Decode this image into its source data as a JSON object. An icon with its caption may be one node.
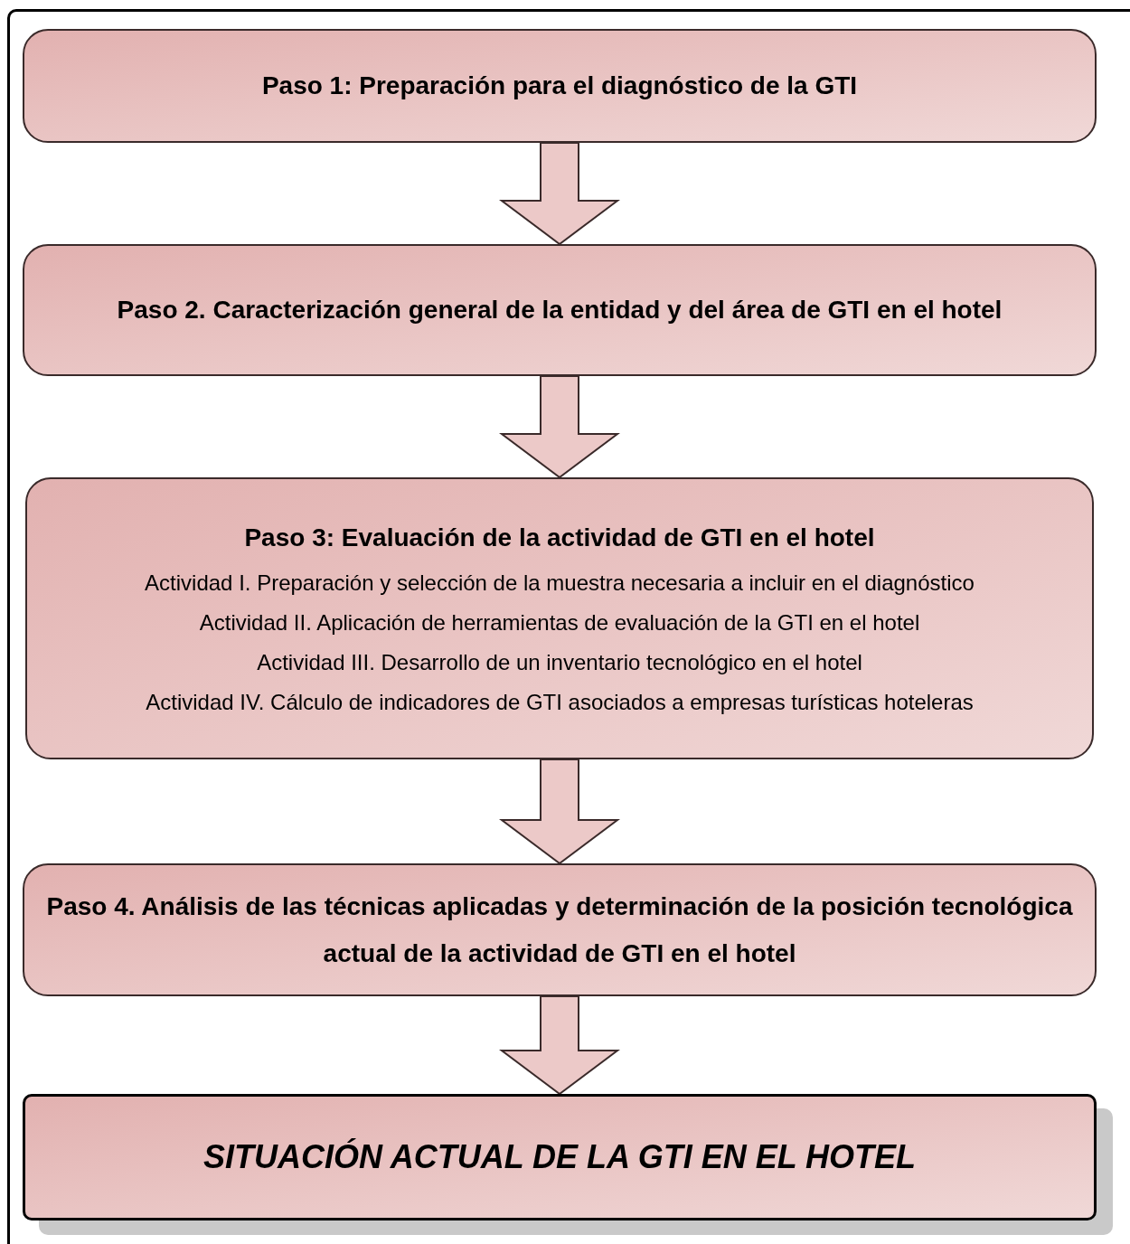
{
  "diagram": {
    "nodes": [
      {
        "text": [
          "Paso 1: Preparación para el diagnóstico de la GTI"
        ]
      },
      {
        "text": [
          "Paso 2. Caracterización general de la entidad y del área de GTI en el hotel"
        ]
      },
      {
        "text": [
          "Paso 3: Evaluación de la actividad de GTI en el hotel",
          "Actividad I. Preparación y selección de la muestra necesaria a incluir en el diagnóstico",
          "Actividad II. Aplicación de herramientas de evaluación de la GTI en el hotel",
          "Actividad III. Desarrollo de un inventario tecnológico en el hotel",
          "Actividad IV. Cálculo de indicadores de GTI asociados a empresas turísticas hoteleras"
        ]
      },
      {
        "text": [
          "Paso 4. Análisis de las técnicas aplicadas y determinación de la posición tecnológica actual de la actividad de GTI en el hotel"
        ]
      },
      {
        "text": [
          "SITUACIÓN ACTUAL DE LA GTI EN EL HOTEL"
        ]
      }
    ],
    "edges": [
      {
        "from": 0,
        "to": 1,
        "arrow": "to"
      },
      {
        "from": 1,
        "to": 2,
        "arrow": "to"
      },
      {
        "from": 2,
        "to": 3,
        "arrow": "to"
      },
      {
        "from": 3,
        "to": 4,
        "arrow": "to"
      }
    ]
  }
}
